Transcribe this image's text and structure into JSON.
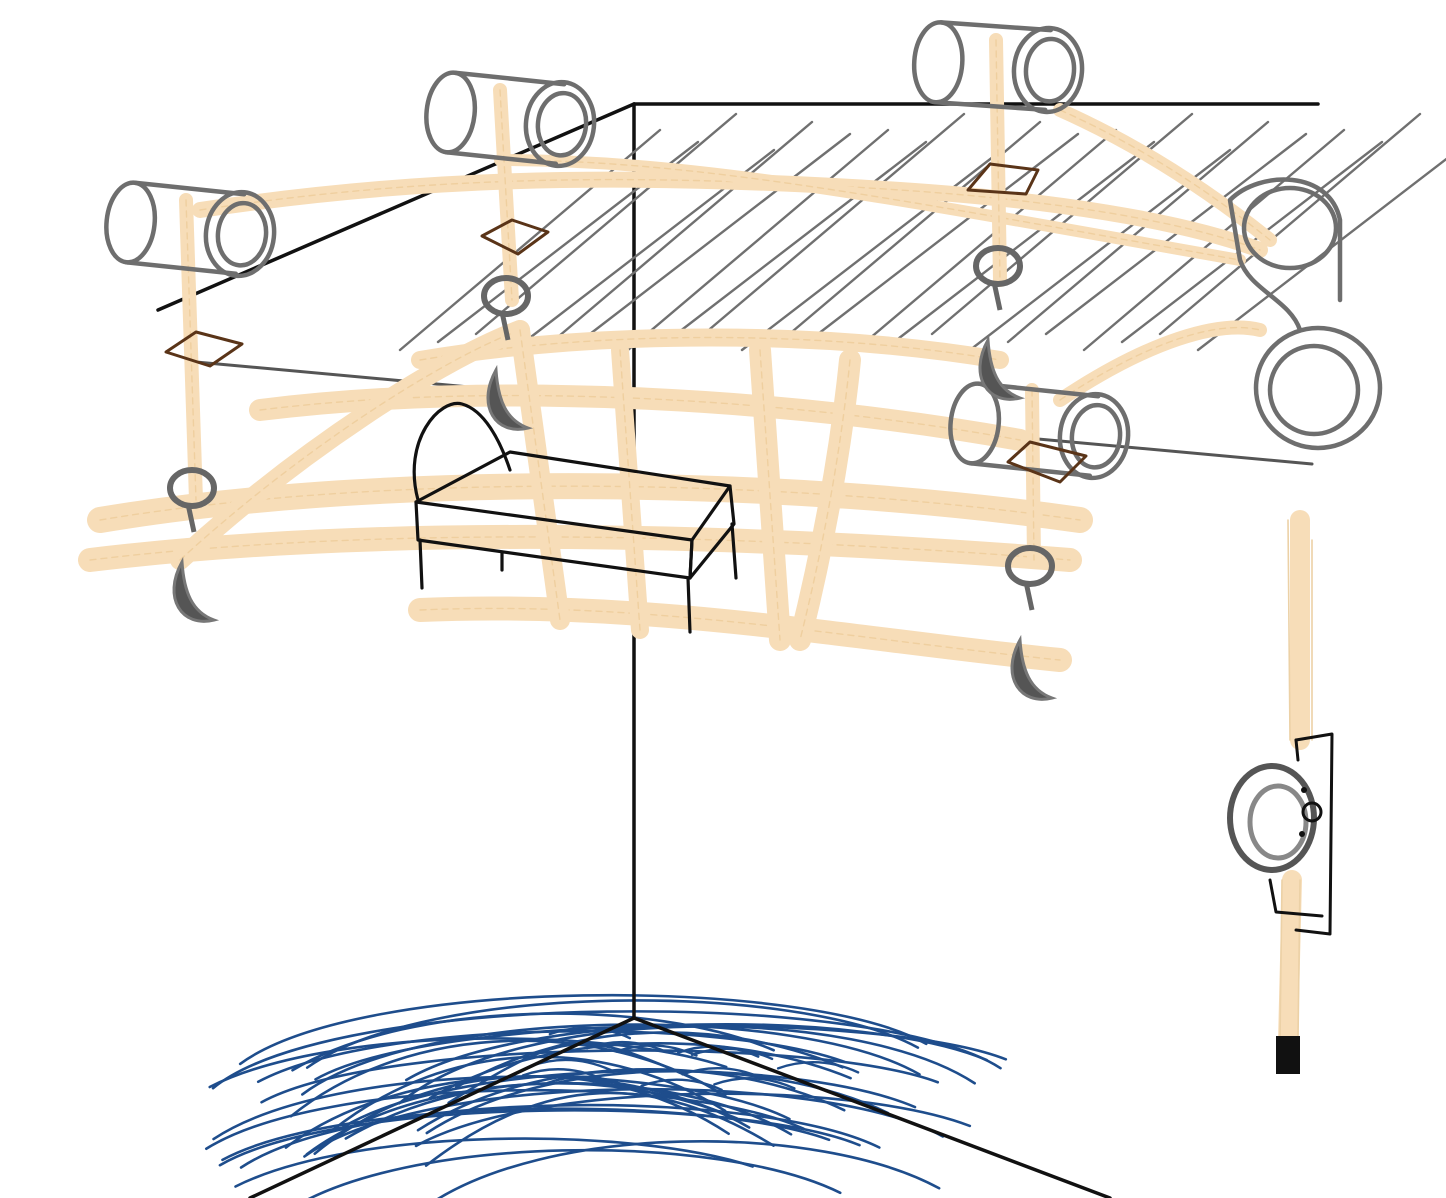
{
  "canvas": {
    "background": "#ffffff"
  },
  "colors": {
    "rope": "#f7ddb8",
    "rope_dark": "#efcf9f",
    "pulley": "#6e6e6e",
    "line": "#111111",
    "floor": "#1e4d8c",
    "hatch": "#707070",
    "clamp": "#5a3418",
    "hook": "#555555"
  },
  "objects": {
    "room_corner": "room-corner-lines",
    "ceiling_hatching": "ceiling-hatching",
    "rope_net": "rope-net",
    "bench": "bench-with-headrest",
    "pulleys": [
      "pulley",
      "pulley",
      "pulley",
      "pulley",
      "pulley",
      "pulley"
    ],
    "hooks": [
      "hook",
      "hook",
      "hook",
      "hook"
    ],
    "wall_winch": "wall-winch",
    "floor_mat": "blue-scribble-floor"
  }
}
